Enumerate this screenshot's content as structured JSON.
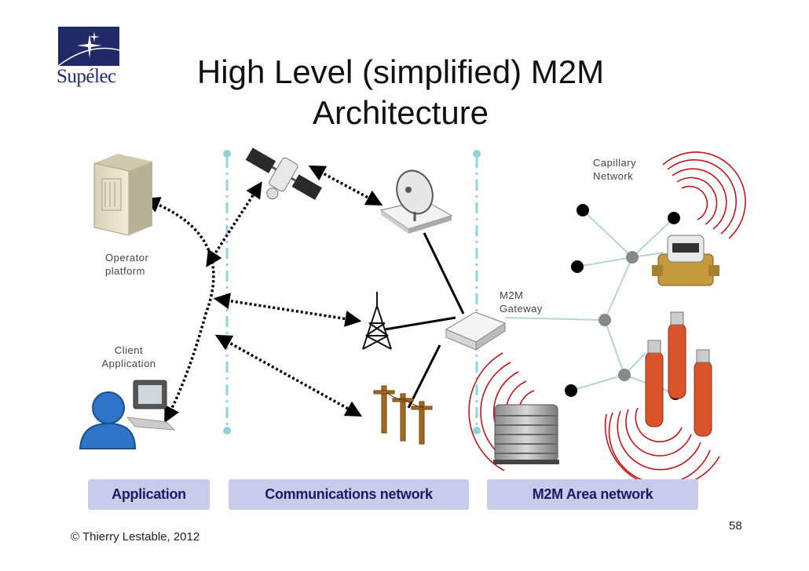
{
  "logo": {
    "text": "Supélec"
  },
  "title": {
    "line1": "High Level (simplified) M2M",
    "line2": "Architecture"
  },
  "labels": {
    "operator_line1": "Operator",
    "operator_line2": "platform",
    "client_line1": "Client",
    "client_line2": "Application",
    "gateway_line1": "M2M",
    "gateway_line2": "Gateway",
    "capillary_line1": "Capillary",
    "capillary_line2": "Network"
  },
  "sections": {
    "application": "Application",
    "communications": "Communications network",
    "m2m_area": "M2M Area network"
  },
  "footer": {
    "copyright": "© Thierry Lestable, 2012",
    "page": "58"
  },
  "colors": {
    "divider": "#8fd3dc",
    "section_bg": "#c8cbea",
    "section_text": "#1a1a66",
    "radio_wave": "#c0151d",
    "node_gray": "#888888",
    "node_black": "#000000",
    "capillary_link": "#b3d4d9",
    "logo": "#1f2a66"
  }
}
